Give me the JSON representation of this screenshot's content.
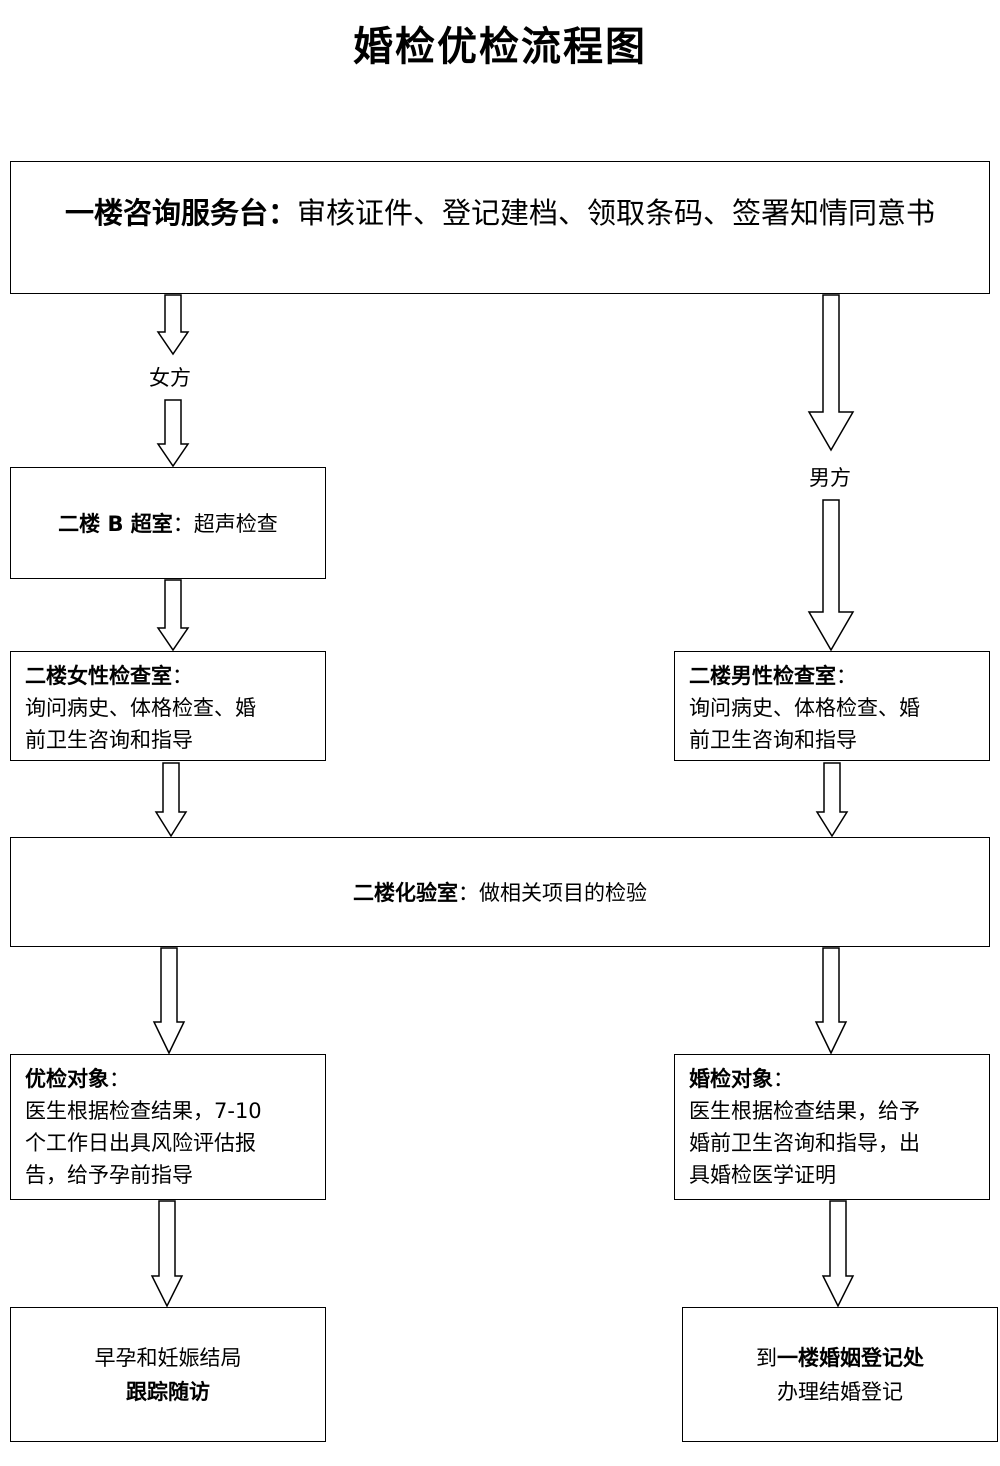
{
  "title": "婚检优检流程图",
  "top_box": {
    "bold": "一楼咨询服务台：",
    "text": "审核证件、登记建档、领取条码、签署知情同意书"
  },
  "labels": {
    "female": "女方",
    "male": "男方"
  },
  "ultrasound": {
    "bold": "二楼 B 超室",
    "text": "：超声检查"
  },
  "female_exam": {
    "heading": "二楼女性检查室",
    "colon": "：",
    "line1": "询问病史、体格检查、婚",
    "line2": "前卫生咨询和指导"
  },
  "male_exam": {
    "heading": "二楼男性检查室",
    "colon": "：",
    "line1": "询问病史、体格检查、婚",
    "line2": "前卫生咨询和指导"
  },
  "lab": {
    "bold": "二楼化验室",
    "text": "：做相关项目的检验"
  },
  "youjian": {
    "heading": "优检对象",
    "colon": "：",
    "line1": "医生根据检查结果，7-10",
    "line2": "个工作日出具风险评估报",
    "line3": "告，给予孕前指导"
  },
  "hunjian": {
    "heading": "婚检对象",
    "colon": "：",
    "line1": "医生根据检查结果，给予",
    "line2": "婚前卫生咨询和指导，出",
    "line3": "具婚检医学证明"
  },
  "followup": {
    "line1": "早孕和妊娠结局",
    "line2": "跟踪随访"
  },
  "register": {
    "pre": "到",
    "bold": "一楼婚姻登记处",
    "line2": "办理结婚登记"
  }
}
